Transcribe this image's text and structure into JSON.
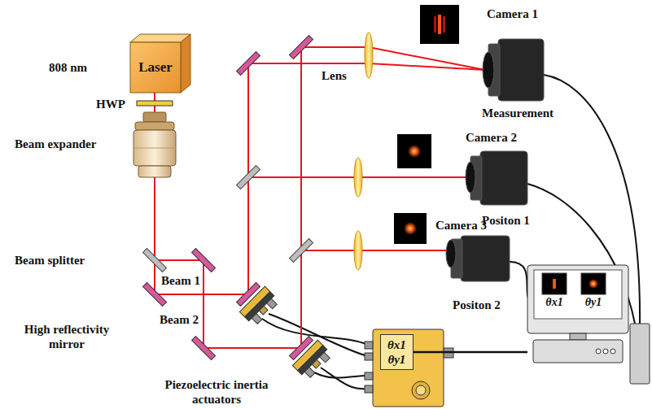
{
  "diagram": {
    "nodes": [
      {
        "text": [
          "Laser"
        ]
      },
      {
        "text": [
          "θx1",
          "θy1"
        ]
      },
      {
        "text": [
          "θx1",
          "θy1"
        ]
      }
    ],
    "edges": [
      {
        "from": 1,
        "to": 2,
        "arrow": "none"
      }
    ],
    "labels": [
      "808 nm",
      "HWP",
      "Beam expander",
      "Beam splitter",
      "Beam 1",
      "High reflectivity mirror",
      "Beam 2",
      "Piezoelectric inertia actuators",
      "Lens",
      "Camera 1",
      "Measurement",
      "Camera 2",
      "Positon 1",
      "Camera 3",
      "Positon 2"
    ]
  }
}
